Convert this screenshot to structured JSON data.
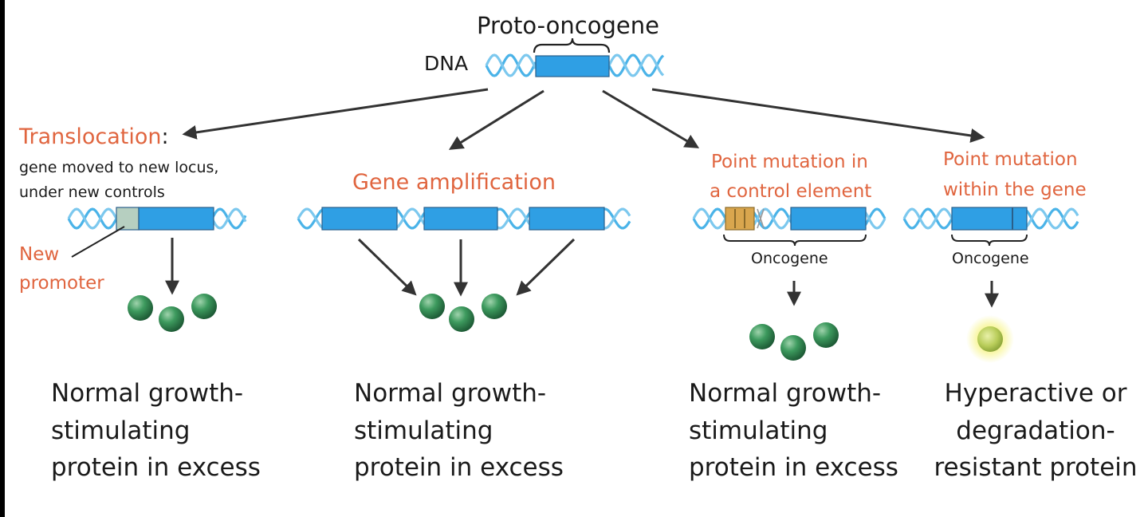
{
  "header": {
    "title": "Proto-oncogene",
    "dna_label": "DNA"
  },
  "translocation": {
    "title": "Translocation",
    "colon": ":",
    "desc_line1": "gene moved to new locus,",
    "desc_line2": "under new controls",
    "promoter_line1": "New",
    "promoter_line2": "promoter",
    "outcome": [
      "Normal growth-",
      "stimulating",
      "protein in excess"
    ]
  },
  "amplification": {
    "title": "Gene amplification",
    "outcome": [
      "Normal growth-",
      "stimulating",
      "protein in excess"
    ]
  },
  "control_mutation": {
    "title_line1": "Point mutation in",
    "title_line2": "a control element",
    "oncogene_label": "Oncogene",
    "outcome": [
      "Normal growth-",
      "stimulating",
      "protein in excess"
    ]
  },
  "gene_mutation": {
    "title_line1": "Point mutation",
    "title_line2": "within the gene",
    "oncogene_label": "Oncogene",
    "outcome": [
      "Hyperactive or",
      "degradation-",
      "resistant protein"
    ]
  },
  "colors": {
    "gene_blue": "#2f9fe4",
    "dna_strand": "#4ab3e8",
    "label_red": "#e0653f",
    "protein_green": "#2f8a4f",
    "promoter_gray": "#b6cfc0",
    "control_element": "#d9a64e",
    "hyperactive_glow": "#f4f27a"
  }
}
